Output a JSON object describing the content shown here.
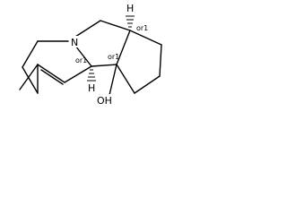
{
  "molecule": {
    "atoms": {
      "nitrogen": "N",
      "hydroxyl": "OH",
      "hydrogen_top": "H",
      "hydrogen_bottom": "H"
    },
    "stereo_labels": {
      "top_right": "or1",
      "center_upper": "or1",
      "center_lower": "or1"
    }
  }
}
